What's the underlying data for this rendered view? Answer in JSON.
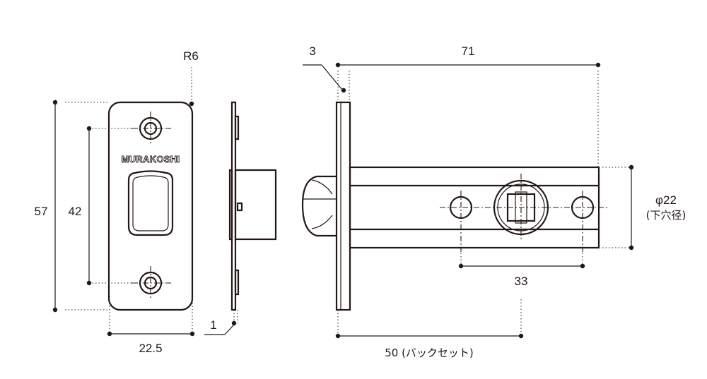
{
  "brand_mark": "MURAKOSHI",
  "dimensions": {
    "r6": "R6",
    "d57": "57",
    "d42": "42",
    "d22_5": "22.5",
    "d1": "1",
    "d3": "3",
    "d71": "71",
    "d33": "33",
    "phi22": "φ22",
    "phi22_note": "(下穴径)",
    "backset": "50 (バックセット)"
  }
}
